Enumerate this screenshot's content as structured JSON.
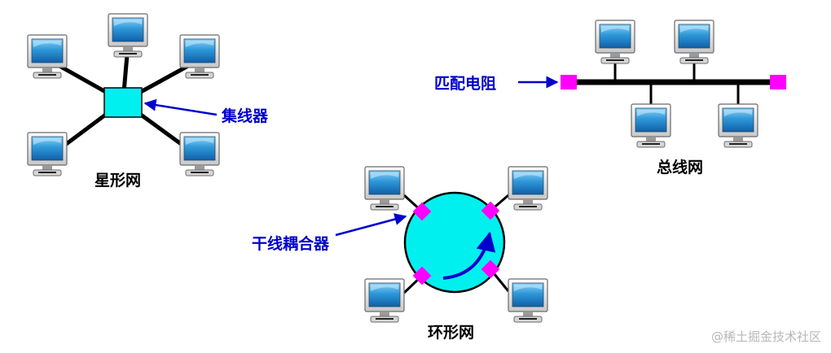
{
  "labels": {
    "star_network": "星形网",
    "hub": "集线器",
    "terminator": "匹配电阻",
    "bus_network": "总线网",
    "coupler": "干线耦合器",
    "ring_network": "环形网"
  },
  "watermark": "@稀土掘金技术社区",
  "colors": {
    "hub": "#00f0f0",
    "ring": "#00f0f0",
    "terminator": "#ff00ff",
    "coupler": "#ff00ff",
    "arrow": "#0000cc",
    "cable": "#000000",
    "screen": "#1878c8"
  },
  "icons": {
    "computer": "monitor-icon"
  }
}
